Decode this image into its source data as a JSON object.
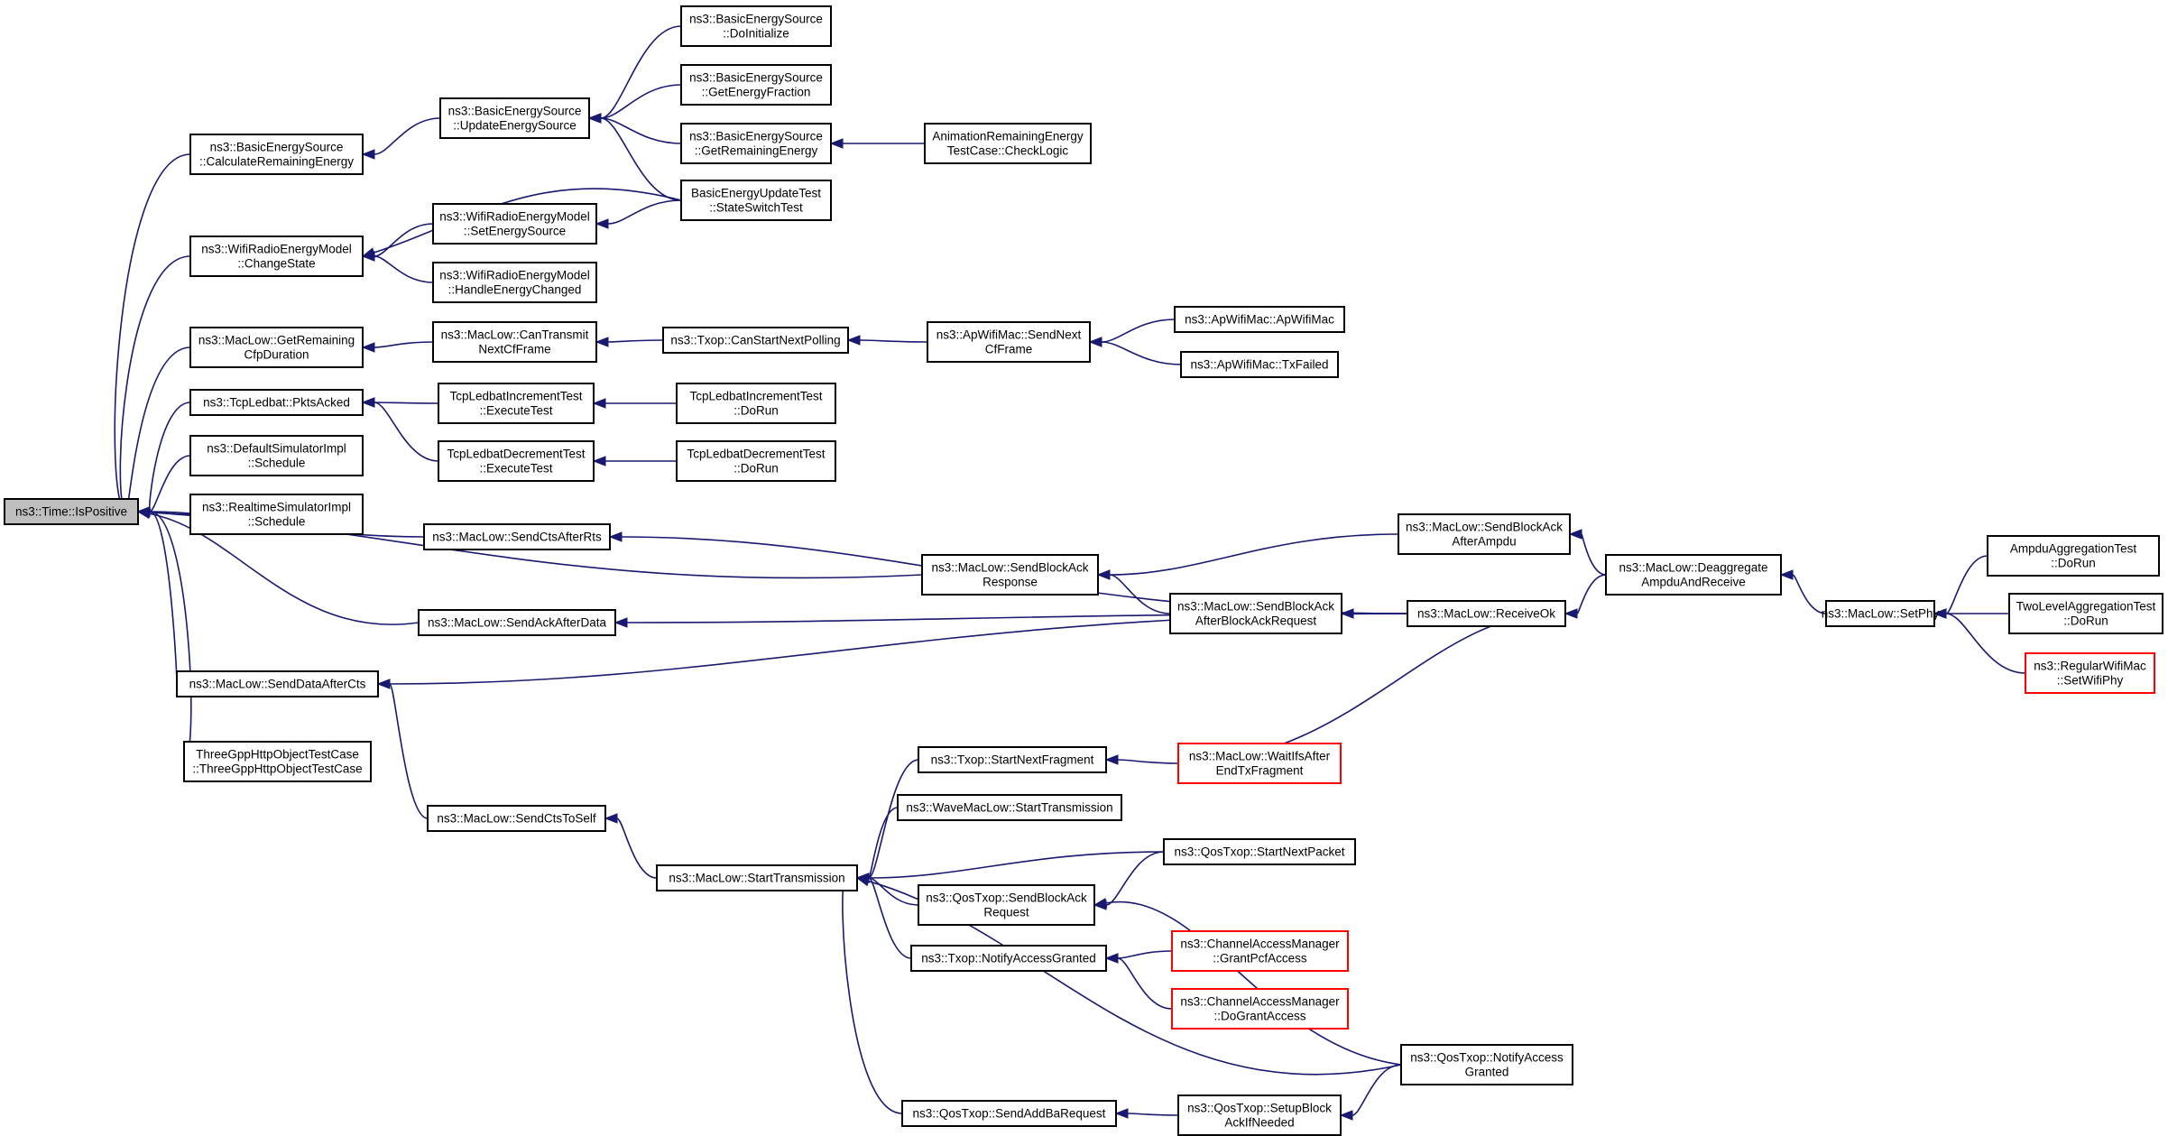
{
  "graph": {
    "colors": {
      "edge": "#191970",
      "box": "#000000",
      "truncated_box": "#ff0000",
      "root_fill": "#bfbfbf"
    },
    "nodes": [
      {
        "id": "n0",
        "lines": [
          "ns3::Time::IsPositive"
        ],
        "root": true
      },
      {
        "id": "n1",
        "lines": [
          "ns3::BasicEnergySource",
          "::CalculateRemainingEnergy"
        ]
      },
      {
        "id": "n2",
        "lines": [
          "ns3::WifiRadioEnergyModel",
          "::ChangeState"
        ]
      },
      {
        "id": "n3",
        "lines": [
          "ns3::MacLow::GetRemaining",
          "CfpDuration"
        ]
      },
      {
        "id": "n4",
        "lines": [
          "ns3::TcpLedbat::PktsAcked"
        ]
      },
      {
        "id": "n5",
        "lines": [
          "ns3::DefaultSimulatorImpl",
          "::Schedule"
        ]
      },
      {
        "id": "n6",
        "lines": [
          "ns3::RealtimeSimulatorImpl",
          "::Schedule"
        ]
      },
      {
        "id": "n7",
        "lines": [
          "ns3::MacLow::SendDataAfterCts"
        ]
      },
      {
        "id": "n8",
        "lines": [
          "ThreeGppHttpObjectTestCase",
          "::ThreeGppHttpObjectTestCase"
        ]
      },
      {
        "id": "n9",
        "lines": [
          "ns3::BasicEnergySource",
          "::UpdateEnergySource"
        ]
      },
      {
        "id": "n10",
        "lines": [
          "ns3::WifiRadioEnergyModel",
          "::SetEnergySource"
        ]
      },
      {
        "id": "n11",
        "lines": [
          "ns3::WifiRadioEnergyModel",
          "::HandleEnergyChanged"
        ]
      },
      {
        "id": "n12",
        "lines": [
          "ns3::MacLow::CanTransmit",
          "NextCfFrame"
        ]
      },
      {
        "id": "n13",
        "lines": [
          "TcpLedbatIncrementTest",
          "::ExecuteTest"
        ]
      },
      {
        "id": "n14",
        "lines": [
          "TcpLedbatDecrementTest",
          "::ExecuteTest"
        ]
      },
      {
        "id": "n15",
        "lines": [
          "ns3::MacLow::SendCtsAfterRts"
        ]
      },
      {
        "id": "n16",
        "lines": [
          "ns3::MacLow::SendAckAfterData"
        ]
      },
      {
        "id": "n17",
        "lines": [
          "ns3::MacLow::SendCtsToSelf"
        ]
      },
      {
        "id": "n18",
        "lines": [
          "ns3::BasicEnergySource",
          "::DoInitialize"
        ]
      },
      {
        "id": "n19",
        "lines": [
          "ns3::BasicEnergySource",
          "::GetEnergyFraction"
        ]
      },
      {
        "id": "n20",
        "lines": [
          "ns3::BasicEnergySource",
          "::GetRemainingEnergy"
        ]
      },
      {
        "id": "n21",
        "lines": [
          "BasicEnergyUpdateTest",
          "::StateSwitchTest"
        ]
      },
      {
        "id": "n22",
        "lines": [
          "TcpLedbatIncrementTest",
          "::DoRun"
        ]
      },
      {
        "id": "n23",
        "lines": [
          "TcpLedbatDecrementTest",
          "::DoRun"
        ]
      },
      {
        "id": "n24",
        "lines": [
          "ns3::Txop::CanStartNextPolling"
        ]
      },
      {
        "id": "n25",
        "lines": [
          "AnimationRemainingEnergy",
          "TestCase::CheckLogic"
        ]
      },
      {
        "id": "n26",
        "lines": [
          "ns3::ApWifiMac::SendNext",
          "CfFrame"
        ]
      },
      {
        "id": "n27",
        "lines": [
          "ns3::ApWifiMac::ApWifiMac"
        ]
      },
      {
        "id": "n28",
        "lines": [
          "ns3::ApWifiMac::TxFailed"
        ]
      },
      {
        "id": "n29",
        "lines": [
          "ns3::MacLow::SendBlockAck",
          "Response"
        ]
      },
      {
        "id": "n30",
        "lines": [
          "ns3::MacLow::SendBlockAck",
          "AfterAmpdu"
        ]
      },
      {
        "id": "n31",
        "lines": [
          "ns3::MacLow::SendBlockAck",
          "AfterBlockAckRequest"
        ]
      },
      {
        "id": "n32",
        "lines": [
          "ns3::MacLow::ReceiveOk"
        ]
      },
      {
        "id": "n33",
        "lines": [
          "ns3::MacLow::Deaggregate",
          "AmpduAndReceive"
        ]
      },
      {
        "id": "n34",
        "lines": [
          "ns3::MacLow::SetPhy"
        ]
      },
      {
        "id": "n35",
        "lines": [
          "AmpduAggregationTest",
          "::DoRun"
        ]
      },
      {
        "id": "n36",
        "lines": [
          "TwoLevelAggregationTest",
          "::DoRun"
        ]
      },
      {
        "id": "n37",
        "lines": [
          "ns3::RegularWifiMac",
          "::SetWifiPhy"
        ],
        "truncated": true
      },
      {
        "id": "n38",
        "lines": [
          "ns3::MacLow::StartTransmission"
        ]
      },
      {
        "id": "n39",
        "lines": [
          "ns3::Txop::StartNextFragment"
        ]
      },
      {
        "id": "n40",
        "lines": [
          "ns3::WaveMacLow::StartTransmission"
        ]
      },
      {
        "id": "n41",
        "lines": [
          "ns3::QosTxop::SendBlockAck",
          "Request"
        ]
      },
      {
        "id": "n42",
        "lines": [
          "ns3::Txop::NotifyAccessGranted"
        ]
      },
      {
        "id": "n43",
        "lines": [
          "ns3::QosTxop::SendAddBaRequest"
        ]
      },
      {
        "id": "n44",
        "lines": [
          "ns3::MacLow::WaitIfsAfter",
          "EndTxFragment"
        ],
        "truncated": true
      },
      {
        "id": "n45",
        "lines": [
          "ns3::QosTxop::StartNextPacket"
        ]
      },
      {
        "id": "n46",
        "lines": [
          "ns3::ChannelAccessManager",
          "::GrantPcfAccess"
        ],
        "truncated": true
      },
      {
        "id": "n47",
        "lines": [
          "ns3::ChannelAccessManager",
          "::DoGrantAccess"
        ],
        "truncated": true
      },
      {
        "id": "n48",
        "lines": [
          "ns3::QosTxop::NotifyAccess",
          "Granted"
        ]
      },
      {
        "id": "n49",
        "lines": [
          "ns3::QosTxop::SetupBlock",
          "AckIfNeeded"
        ]
      }
    ]
  }
}
